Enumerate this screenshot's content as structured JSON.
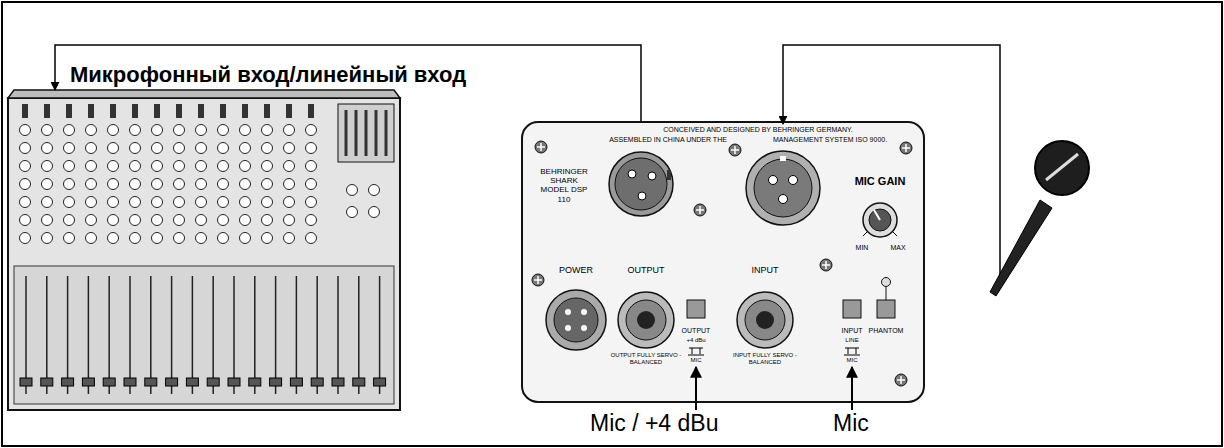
{
  "diagram": {
    "nodes": [
      {
        "text": [
          "Микрофонный вход/линейный вход"
        ]
      },
      {
        "text": [
          "CONCEIVED AND DESIGNED BY BEHRINGER GERMANY.",
          "ASSEMBLED IN CHINA UNDER THE",
          "MANAGEMENT SYSTEM ISO 9000.",
          "BEHRINGER SHARK MODEL DSP 110",
          "MIC GAIN",
          "MIN",
          "MAX",
          "POWER",
          "OUTPUT",
          "INPUT",
          "OUTPUT FULLY SERVO - BALANCED",
          "OUTPUT",
          "+4 dBu",
          "MIC",
          "INPUT FULLY SERVO - BALANCED",
          "INPUT",
          "PHANTOM",
          "LINE",
          "MIC"
        ]
      }
    ],
    "edges": [
      {
        "from": 1,
        "to": 0,
        "arrow": "to"
      }
    ],
    "labels": [
      "Mic / +4 dBu",
      "Mic"
    ]
  }
}
